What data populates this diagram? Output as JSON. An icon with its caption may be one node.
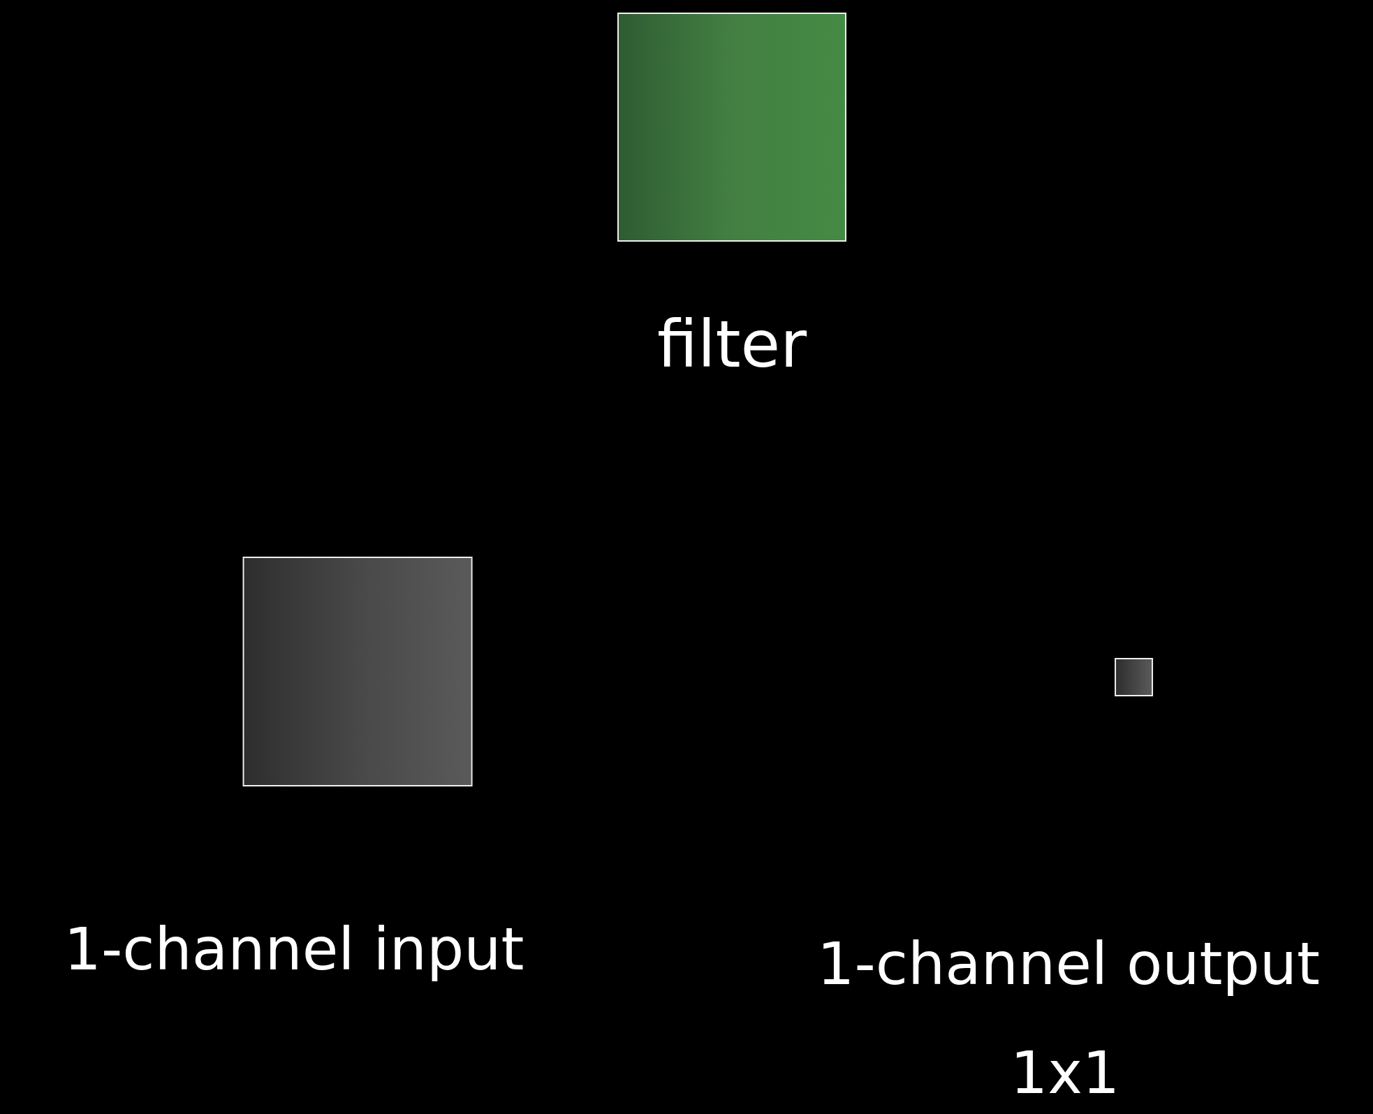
{
  "diagram": {
    "nodes": [
      {
        "text": [
          "filter"
        ]
      },
      {
        "text": [
          "1-channel input"
        ]
      },
      {
        "text": [
          "1-channel output"
        ]
      }
    ],
    "labels": [
      "1x1"
    ]
  }
}
